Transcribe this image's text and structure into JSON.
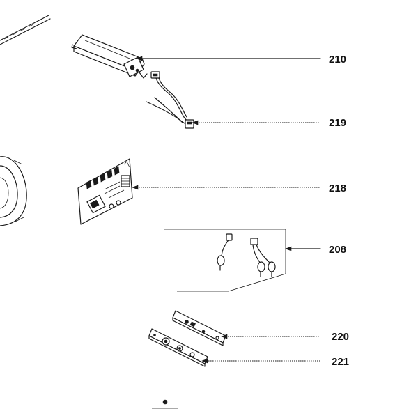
{
  "callouts": {
    "c210": "210",
    "c219": "219",
    "c218": "218",
    "c208": "208",
    "c220": "220",
    "c221": "221"
  }
}
